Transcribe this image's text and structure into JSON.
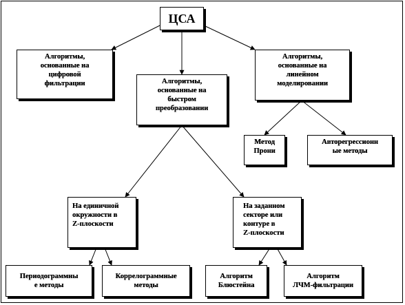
{
  "diagram": {
    "root": {
      "label": "ЦСА"
    },
    "nodes": {
      "digital_filtering": {
        "lines": [
          "Алгоритмы,",
          "основанные на",
          "цифровой",
          "фильтрации"
        ]
      },
      "fast_transform": {
        "lines": [
          "Алгоритмы,",
          "основанные на",
          "быстром",
          "преобразовании"
        ]
      },
      "linear_modeling": {
        "lines": [
          "Алгоритмы,",
          "основанные на",
          "линейном",
          "моделировании"
        ]
      },
      "prony": {
        "lines": [
          "Метод",
          "Прони"
        ]
      },
      "autoregressive": {
        "lines": [
          "Авторегрессионн",
          "ые методы"
        ]
      },
      "unit_circle": {
        "lines": [
          "На единичной",
          "окружности в",
          "Z-плоскости"
        ]
      },
      "sector_contour": {
        "lines": [
          "На заданном",
          "секторе или",
          "контуре в",
          "Z-плоскости"
        ]
      },
      "periodogram": {
        "lines": [
          "Периодограммны",
          "е методы"
        ]
      },
      "correlogram": {
        "lines": [
          "Коррелограммные",
          "методы"
        ]
      },
      "bluestein": {
        "lines": [
          "Алгоритм",
          "Блюстейна"
        ]
      },
      "lchm": {
        "lines": [
          "Алгоритм",
          "ЛЧМ-фильтрации"
        ]
      }
    }
  }
}
